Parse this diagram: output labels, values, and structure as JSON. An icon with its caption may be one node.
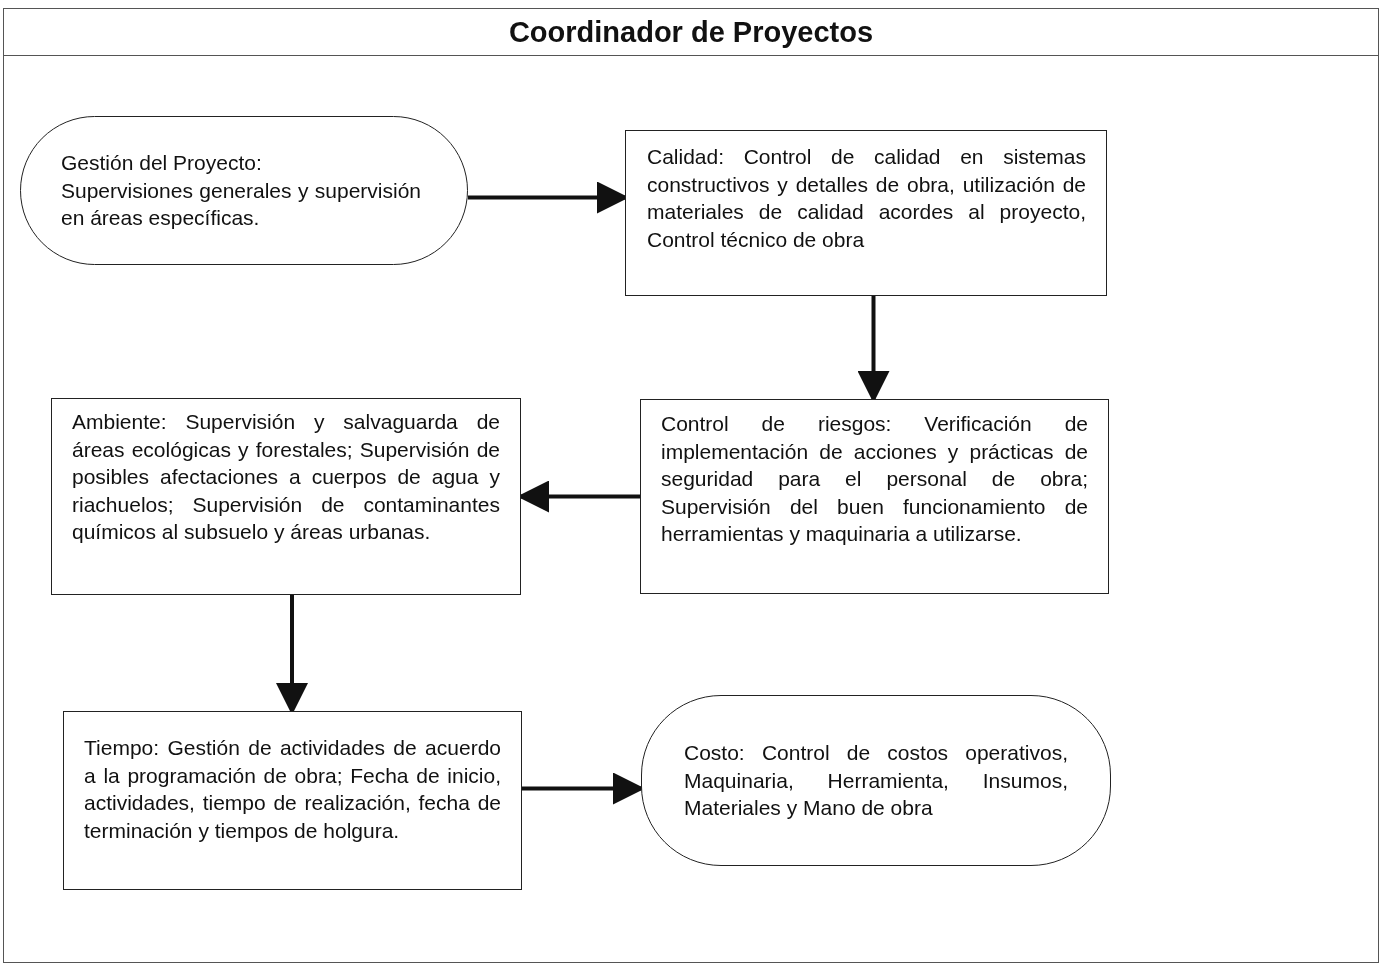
{
  "diagram": {
    "title": "Coordinador de Proyectos",
    "nodes": [
      {
        "text": [
          "Gestión del Proyecto:",
          "Supervisiones generales y supervisión en áreas específicas."
        ]
      },
      {
        "text": [
          "Calidad: Control de calidad en sistemas constructivos y detalles de obra, utilización de materiales de calidad acordes al proyecto, Control técnico de obra"
        ]
      },
      {
        "text": [
          "Control de riesgos: Verificación de implementación de acciones y prácticas de seguridad para el personal de obra; Supervisión del buen funcionamiento de herramientas y maquinaria a utilizarse."
        ]
      },
      {
        "text": [
          "Ambiente: Supervisión y salvaguarda de áreas ecológicas y forestales; Supervisión de posibles afectaciones a cuerpos de agua y riachuelos; Supervisión de contaminantes químicos al subsuelo y áreas urbanas."
        ]
      },
      {
        "text": [
          "Tiempo: Gestión de actividades de acuerdo a la programación de obra; Fecha de inicio, actividades, tiempo de realización, fecha de terminación y tiempos de holgura."
        ]
      },
      {
        "text": [
          "Costo: Control de costos operativos, Maquinaria, Herramienta, Insumos, Materiales y Mano de obra"
        ]
      }
    ],
    "edges": [
      {
        "from": 0,
        "to": 1,
        "arrow": "to"
      },
      {
        "from": 1,
        "to": 2,
        "arrow": "to"
      },
      {
        "from": 2,
        "to": 3,
        "arrow": "to"
      },
      {
        "from": 3,
        "to": 4,
        "arrow": "to"
      },
      {
        "from": 4,
        "to": 5,
        "arrow": "to"
      }
    ]
  }
}
